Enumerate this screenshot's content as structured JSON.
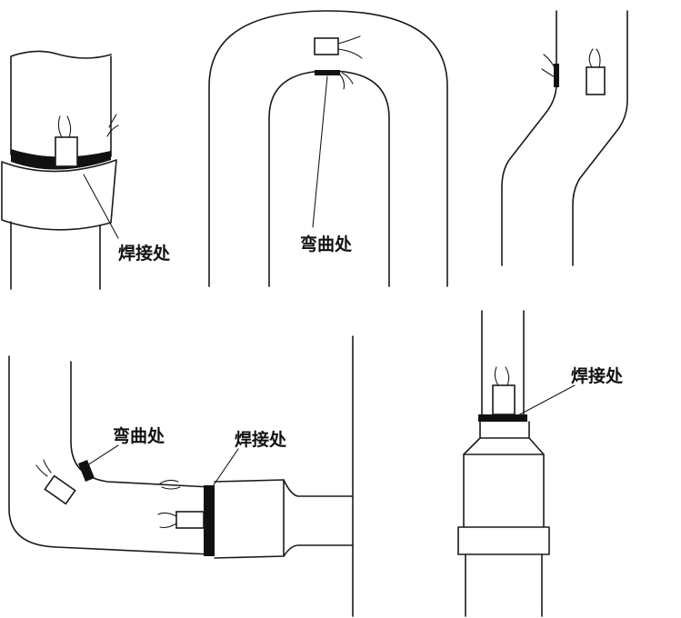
{
  "figures": [
    {
      "id": "straight-pipe-weld",
      "label": "焊接处"
    },
    {
      "id": "u-bend",
      "label": "弯曲处"
    },
    {
      "id": "offset-bend",
      "label": ""
    },
    {
      "id": "elbow-with-reducer",
      "labels": {
        "bend": "弯曲处",
        "weld": "焊接处"
      }
    },
    {
      "id": "vertical-reducer-weld",
      "label": "焊接处"
    }
  ],
  "colors": {
    "line": "#1a1a1a",
    "band": "#111111",
    "background": "#ffffff"
  },
  "icons": [
    "strain-gauge-icon",
    "lead-wire-icon",
    "weld-band-icon"
  ]
}
